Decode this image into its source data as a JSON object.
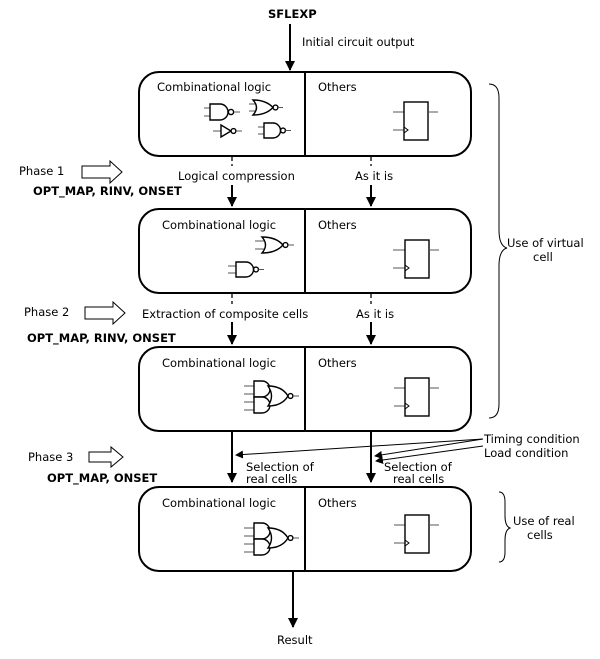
{
  "input_label": "SFLEXP",
  "initial_output_label": "Initial circuit output",
  "result_label": "Result",
  "blocks": [
    {
      "left_title": "Combinational logic",
      "right_title": "Others"
    },
    {
      "left_title": "Combinational logic",
      "right_title": "Others"
    },
    {
      "left_title": "Combinational logic",
      "right_title": "Others"
    },
    {
      "left_title": "Combinational logic",
      "right_title": "Others"
    }
  ],
  "phases": [
    {
      "label": "Phase 1",
      "options": "OPT_MAP, RINV, ONSET",
      "left_step": "Logical compression",
      "right_step": "As it is"
    },
    {
      "label": "Phase 2",
      "options": "OPT_MAP, RINV, ONSET",
      "left_step": "Extraction of composite cells",
      "right_step": "As it is"
    },
    {
      "label": "Phase 3",
      "options": "OPT_MAP, ONSET",
      "left_step_line1": "Selection of",
      "left_step_line2": "real cells",
      "right_step_line1": "Selection of",
      "right_step_line2": "real cells"
    }
  ],
  "conditions": {
    "timing": "Timing condition",
    "load": "Load condition"
  },
  "braces": {
    "virtual_line1": "Use of virtual",
    "virtual_line2": "cell",
    "real_line1": "Use of real",
    "real_line2": "cells"
  }
}
